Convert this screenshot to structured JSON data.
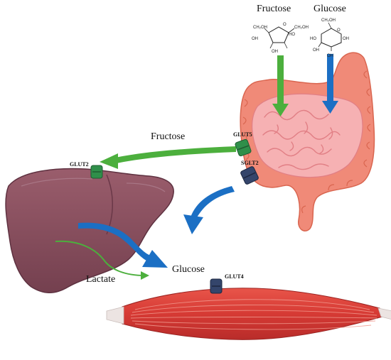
{
  "labels": {
    "fructose_top": "Fructose",
    "glucose_top": "Glucose",
    "fructose_mid": "Fructose",
    "glucose_mid": "Glucose",
    "lactate": "Lactate"
  },
  "transporters": {
    "glut2": "GLUT2",
    "glut5": "GLUT5",
    "sglt2": "SGLT2",
    "glut4": "GLUT4"
  },
  "fructose_structure": {
    "ch2oh_left": "CH₂OH",
    "ch2oh_right": "CH₂OH",
    "o": "O",
    "ho": "HO",
    "oh_a": "OH",
    "oh_b": "OH"
  },
  "glucose_structure": {
    "ch2oh": "CH₂OH",
    "o": "O",
    "oh_a": "OH",
    "oh_b": "OH",
    "ho": "HO",
    "oh_c": "OH"
  },
  "colors": {
    "fructose_arrow": "#4caf3d",
    "glucose_arrow": "#1b6fc4",
    "liver": "#8c4f5f",
    "intestine": "#f0877d",
    "small_intestine": "#f4aeb1",
    "muscle": "#d8403a",
    "transporter_green": "#2f8f4a",
    "transporter_blue": "#34456b"
  }
}
